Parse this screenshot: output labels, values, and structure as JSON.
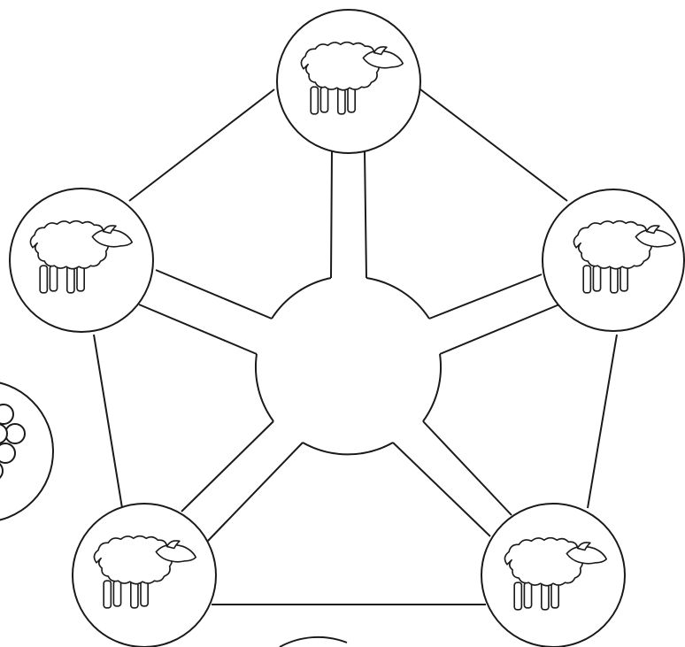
{
  "diagram": {
    "kind": "hub-and-spoke board",
    "center": {
      "name": "central-hub",
      "content": ""
    },
    "spaces": [
      {
        "name": "space-top",
        "icon": "sheep-icon"
      },
      {
        "name": "space-right",
        "icon": "sheep-icon"
      },
      {
        "name": "space-bottom-right",
        "icon": "sheep-icon"
      },
      {
        "name": "space-bottom-left",
        "icon": "sheep-icon"
      },
      {
        "name": "space-left",
        "icon": "sheep-icon"
      }
    ],
    "side_token": {
      "name": "grapes-token",
      "icon": "grapes-icon"
    },
    "line_color": "#1a1a1a",
    "background": "#ffffff"
  }
}
